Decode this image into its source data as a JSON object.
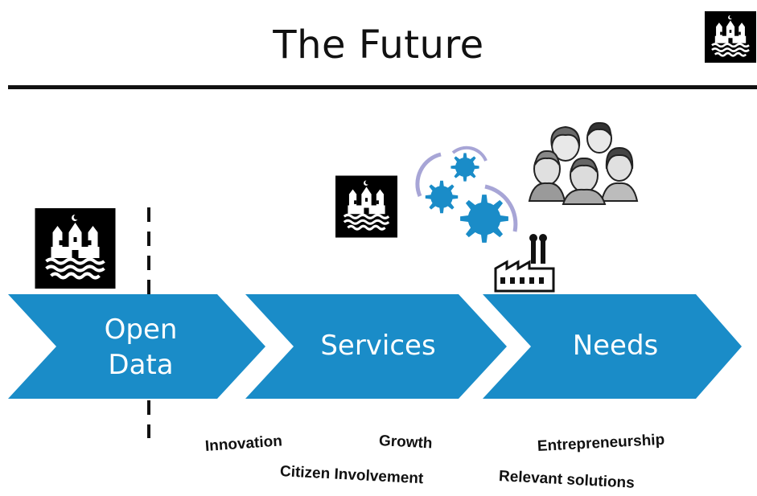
{
  "slide": {
    "title": "The Future"
  },
  "process": {
    "steps": [
      {
        "line1": "Open",
        "line2": "Data"
      },
      {
        "line1": "Services"
      },
      {
        "line1": "Needs"
      }
    ]
  },
  "keywords": {
    "innovation": "Innovation",
    "growth": "Growth",
    "citizen_involvement": "Citizen Involvement",
    "entrepreneurship": "Entrepreneurship",
    "relevant_solutions": "Relevant solutions"
  },
  "colors": {
    "chevron": "#1a8cc8",
    "gear": "#1a8cc8",
    "gear_arc": "#a7a5d6",
    "logo_bg": "#000000"
  },
  "icons": {
    "logo": "copenhagen-coat-of-arms-icon",
    "gears": "gears-icon",
    "people": "people-group-icon",
    "factory": "factory-icon"
  }
}
